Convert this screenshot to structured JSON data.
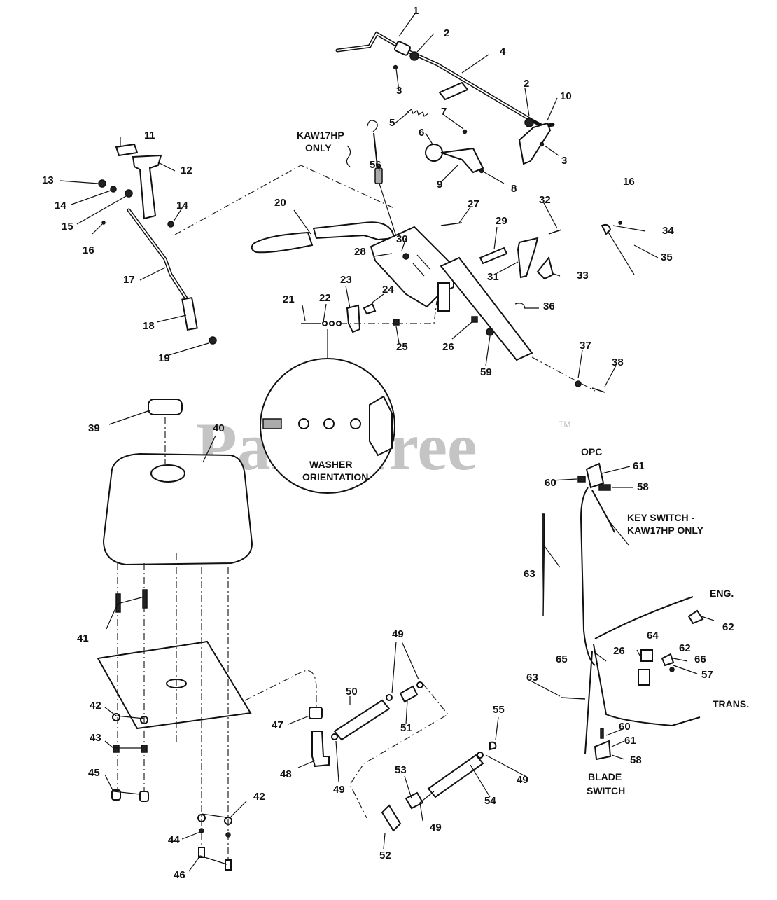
{
  "watermark": {
    "brand": "PartsTree",
    "trademark": "TM"
  },
  "labels": {
    "kaw_note_1": "KAW17HP",
    "kaw_note_2": "ONLY",
    "washer_1": "WASHER",
    "washer_2": "ORIENTATION",
    "opc": "OPC",
    "key_switch_1": "KEY SWITCH -",
    "key_switch_2": "KAW17HP  ONLY",
    "eng": "ENG.",
    "trans": "TRANS.",
    "blade_1": "BLADE",
    "blade_2": "SWITCH"
  },
  "callouts": {
    "c1": "1",
    "c2a": "2",
    "c2b": "2",
    "c3a": "3",
    "c3b": "3",
    "c4": "4",
    "c5": "5",
    "c6": "6",
    "c7": "7",
    "c8": "8",
    "c9": "9",
    "c10": "10",
    "c11": "11",
    "c12": "12",
    "c13": "13",
    "c14a": "14",
    "c14b": "14",
    "c15": "15",
    "c16a": "16",
    "c16b": "16",
    "c17": "17",
    "c18": "18",
    "c19": "19",
    "c20": "20",
    "c21": "21",
    "c22": "22",
    "c23": "23",
    "c24": "24",
    "c25": "25",
    "c26a": "26",
    "c26b": "26",
    "c27": "27",
    "c28": "28",
    "c29": "29",
    "c30": "30",
    "c31": "31",
    "c32": "32",
    "c33": "33",
    "c34": "34",
    "c35": "35",
    "c36": "36",
    "c37": "37",
    "c38": "38",
    "c39": "39",
    "c40": "40",
    "c41": "41",
    "c42a": "42",
    "c42b": "42",
    "c43": "43",
    "c44": "44",
    "c45": "45",
    "c46": "46",
    "c47": "47",
    "c48": "48",
    "c49a": "49",
    "c49b": "49",
    "c49c": "49",
    "c49d": "49",
    "c50": "50",
    "c51": "51",
    "c52": "52",
    "c53": "53",
    "c54": "54",
    "c55": "55",
    "c56": "56",
    "c57": "57",
    "c58a": "58",
    "c58b": "58",
    "c59": "59",
    "c60a": "60",
    "c60b": "60",
    "c61a": "61",
    "c61b": "61",
    "c62a": "62",
    "c62b": "62",
    "c63a": "63",
    "c63b": "63",
    "c64": "64",
    "c65": "65",
    "c66": "66"
  }
}
